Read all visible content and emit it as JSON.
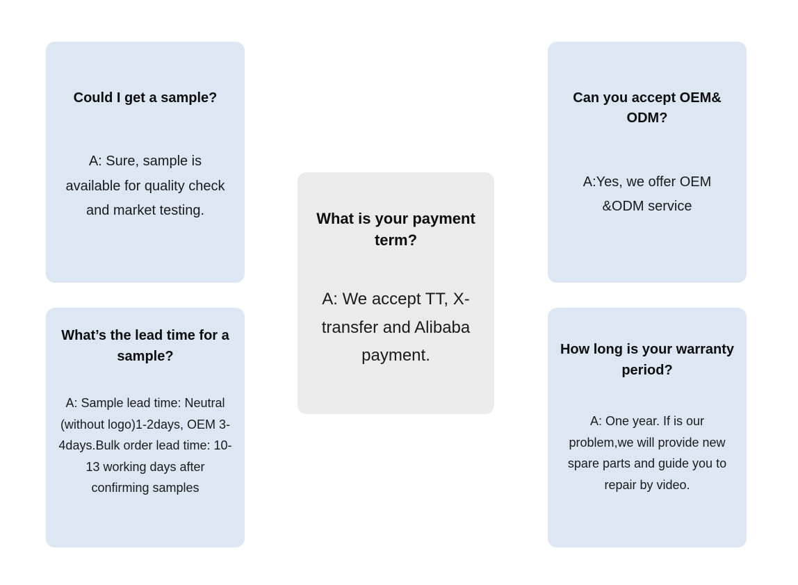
{
  "page": {
    "background_color": "#ffffff",
    "card_blue_color": "#dce7f3",
    "card_gray_color": "#ebebeb",
    "text_color": "#111111"
  },
  "cards": [
    {
      "id": "sample",
      "style": "blue",
      "question": "Could I get a sample?",
      "answer": "A: Sure, sample is available for quality check and market testing."
    },
    {
      "id": "leadtime",
      "style": "blue",
      "question": "What’s the lead time for a sample?",
      "answer": "A:  Sample lead time: Neutral (without logo)1-2days, OEM 3- 4days.Bulk order lead time: 10-13 working days after confirming samples"
    },
    {
      "id": "payment",
      "style": "gray",
      "question": "What is your payment term?",
      "answer": "A: We accept TT, X-transfer and Alibaba payment."
    },
    {
      "id": "oem",
      "style": "blue",
      "question": "Can you accept OEM& ODM?",
      "answer": "A:Yes, we offer OEM &ODM service"
    },
    {
      "id": "warranty",
      "style": "blue",
      "question": "How long is your warranty period?",
      "answer": "A: One year. If is our problem,we will provide new spare parts and guide you to repair by video."
    }
  ]
}
